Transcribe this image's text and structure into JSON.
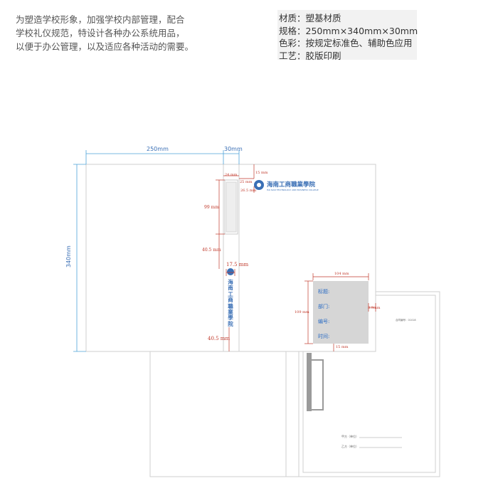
{
  "intro": {
    "lines": [
      "为塑造学校形象，加强学校内部管理，配合",
      "学校礼仪规范，特设计各种办公系统用品，",
      "以便于办公管理，以及适应各种活动的需要。"
    ]
  },
  "specs": {
    "material": "材质：塑基材质",
    "size": "规格：250mm×340mm×30mm",
    "color": "色彩：按规定标准色、辅助色应用",
    "craft": "工艺：胶版印刷"
  },
  "dimensions": {
    "cover_width": "250mm",
    "spine_width": "30mm",
    "height": "340mm",
    "d_24": "24 mm",
    "d_25": "25 mm",
    "d_15": "15 mm",
    "d_26_5": "26.5 mm",
    "d_99": "99 mm",
    "d_40_5_top": "40.5 mm",
    "d_17_5": "17.5 mm",
    "d_40_5_bottom": "40.5 mm",
    "d_104": "104 mm",
    "d_109": "109 mm",
    "d_8": "8.9mm",
    "d_15_bottom": "15 mm"
  },
  "logo": {
    "name_cn": "海南工商職業學院",
    "name_en": "HAI NAN TECHNOLOGY AND BUSINESS COLLEGE"
  },
  "spine": {
    "name_cn": [
      "海",
      "南",
      "工",
      "商",
      "職",
      "業",
      "學",
      "院"
    ]
  },
  "label": {
    "fields": [
      "标题:",
      "部门:",
      "编号:",
      "时间:"
    ]
  },
  "inner_sheet": {
    "contract_no": "合同编号：01018",
    "party_a": "甲方（单位）",
    "party_b": "乙方（单位）"
  },
  "colors": {
    "blue": "#3a6fb5",
    "red": "#c0392b",
    "dim_blue": "#4da3d9",
    "label_gray": "#d6d6d6"
  }
}
